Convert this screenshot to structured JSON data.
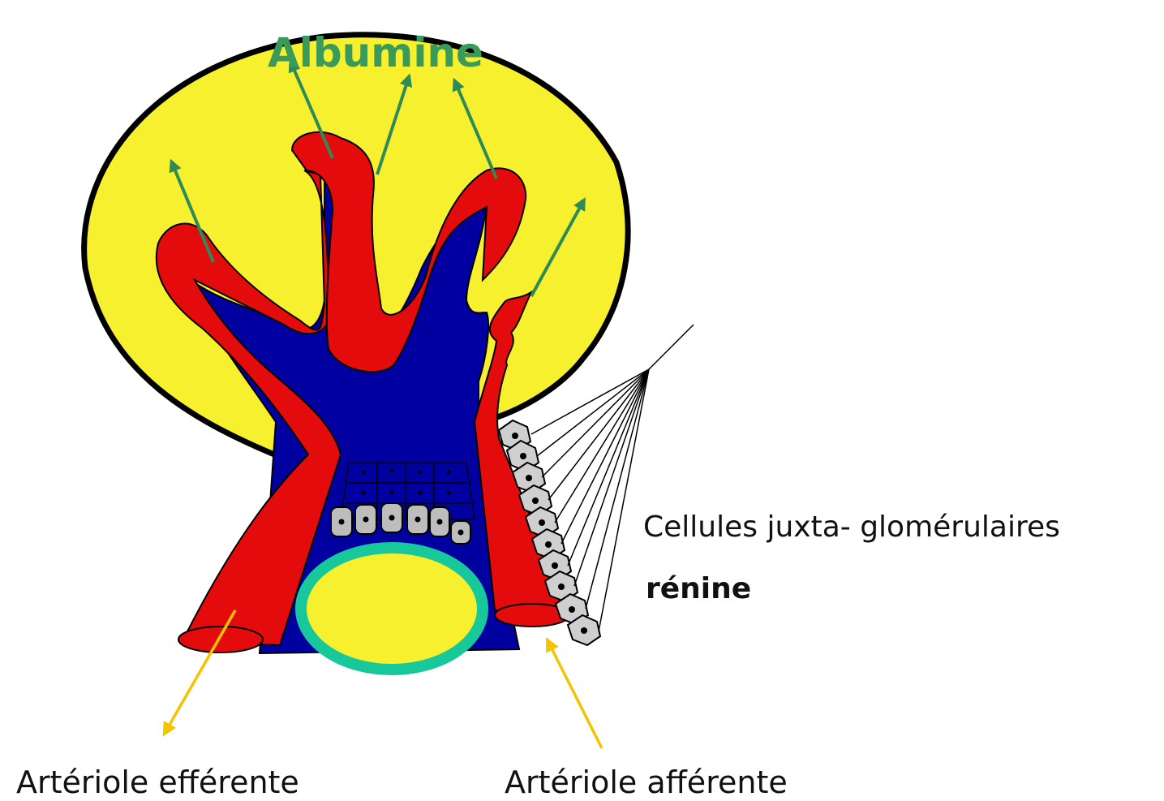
{
  "title": "Albumine",
  "labels": {
    "juxta": "Cellules juxta- glomérulaires",
    "renin": "rénine",
    "efferent": "Artériole efférente",
    "afferent": "Artériole afférente"
  },
  "colors": {
    "capsule_fill": "#f7f02e",
    "capsule_stroke": "#000000",
    "capillary_red": "#e30b0b",
    "blood_blue": "#0000a0",
    "albumin_arrows": "#2e8b57",
    "title": "#3a9a5a",
    "vessel_pointer_arrows": "#f5c400",
    "macula_ring": "#17c99a",
    "cells_gray": "#bdbdbd"
  },
  "icons": {
    "albumin_arrows": "arrow-up-icon",
    "juxta_cells": "cell-icon",
    "pointer_arrows": "arrow-icon"
  }
}
